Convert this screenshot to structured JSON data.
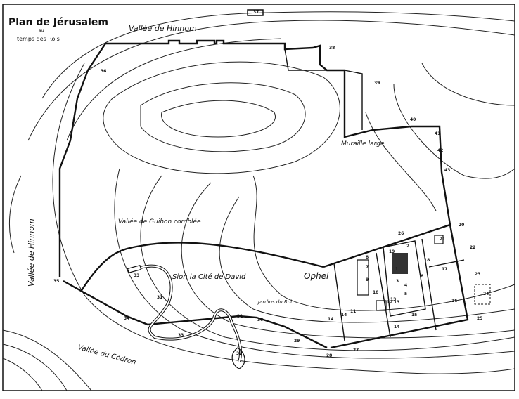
{
  "title": {
    "line1": "Plan de Jérusalem",
    "line2": "au",
    "line3": "temps des Rois"
  },
  "labels": {
    "hinnom_top": "Vallée de Hinnom",
    "hinnom_left": "Vallée de Hinnom",
    "muraille": "Muraille large",
    "guihon": "Vallée de Guihon comblée",
    "sion": "Sion la Cité de David",
    "ophel": "Ophel",
    "jardins": "Jardins du Roi",
    "cedron": "Vallée du Cédron"
  },
  "markers": [
    "1",
    "2",
    "3",
    "4",
    "5",
    "6",
    "7",
    "8",
    "9",
    "10",
    "11",
    "12",
    "13",
    "13",
    "14",
    "14",
    "14",
    "15",
    "16",
    "17",
    "18",
    "19",
    "20",
    "21",
    "22",
    "23",
    "24",
    "25",
    "26",
    "27",
    "28",
    "29",
    "30",
    "31",
    "31",
    "32",
    "33",
    "33",
    "34",
    "35",
    "36",
    "37",
    "38",
    "39",
    "40",
    "41",
    "42",
    "43"
  ]
}
